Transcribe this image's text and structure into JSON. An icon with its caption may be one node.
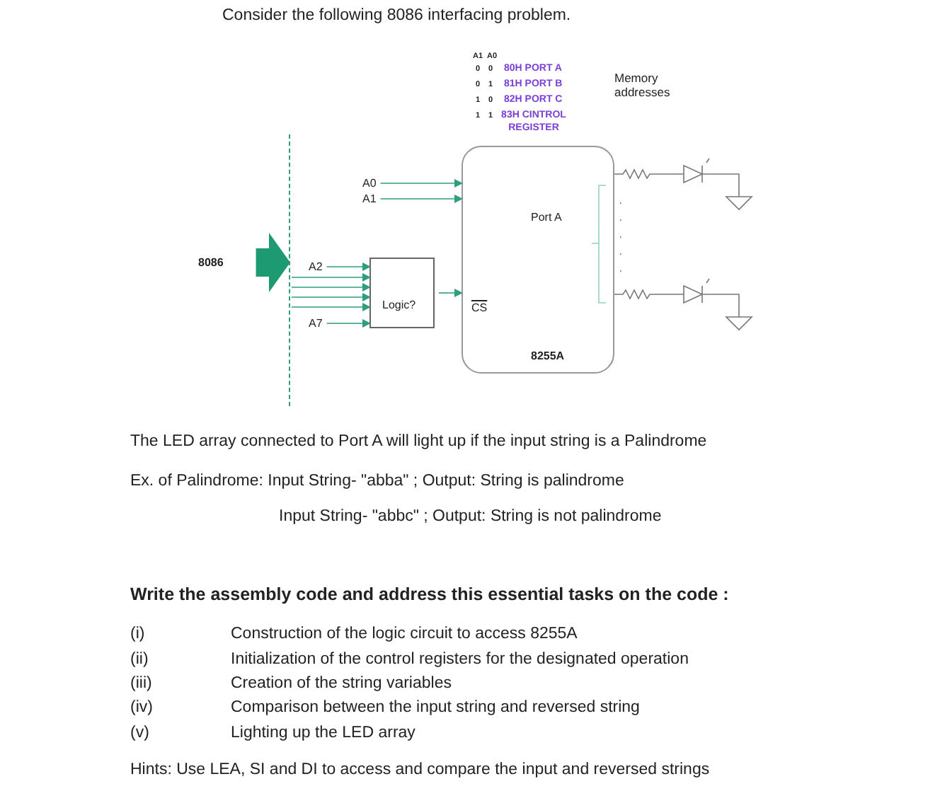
{
  "diagram": {
    "title": "Consider the following 8086 interfacing problem.",
    "nodes": [
      {
        "text": [
          "Port A",
          "8255A"
        ]
      },
      {
        "text": [
          "Logic?"
        ]
      },
      {
        "text": [
          "A0"
        ]
      },
      {
        "text": [
          "A1"
        ]
      },
      {
        "text": [
          "A2"
        ]
      },
      {
        "text": [
          "A7"
        ]
      },
      {
        "text": [
          "8086"
        ]
      },
      {
        "text": [],
        "shape": "bar"
      }
    ],
    "edges": [
      {
        "from": 2,
        "to": 0,
        "arrow": "to"
      },
      {
        "from": 3,
        "to": 0,
        "arrow": "to"
      },
      {
        "from": 4,
        "to": 1,
        "arrow": "to"
      },
      {
        "from": 7,
        "to": 1,
        "arrow": "to"
      },
      {
        "from": 7,
        "to": 1,
        "arrow": "to"
      },
      {
        "from": 7,
        "to": 1,
        "arrow": "to"
      },
      {
        "from": 7,
        "to": 1,
        "arrow": "to"
      },
      {
        "from": 5,
        "to": 1,
        "arrow": "to"
      },
      {
        "from": 1,
        "to": 0,
        "arrow": "to"
      },
      {
        "from": 6,
        "to": 7,
        "arrow": "to",
        "style": "thick"
      }
    ],
    "labels": [
      "A1",
      "A0",
      "0",
      "0",
      "80H PORT A",
      "0",
      "1",
      "81H PORT B",
      "1",
      "0",
      "82H PORT C",
      "1",
      "1",
      "83H CINTROL REGISTER",
      "Memory addresses",
      "CS",
      "The LED array connected to Port A will light up if the input string is a Palindrome",
      "Ex. of Palindrome:  Input String- \"abba\"  ; Output: String is palindrome",
      "Input String- \"abbc\"  ; Output: String is not palindrome",
      "Write the assembly code and address this essential tasks on the code  :",
      "(i)",
      "Construction of the logic circuit to access 8255A",
      "(ii)",
      "Initialization of the control registers for the designated operation",
      "(iii)",
      "Creation of the string variables",
      "(iv)",
      "Comparison between the input string and reversed string",
      "(v)",
      "Lighting up the LED array",
      "Hints: Use LEA, SI and DI to access and compare the input and reversed strings"
    ]
  }
}
